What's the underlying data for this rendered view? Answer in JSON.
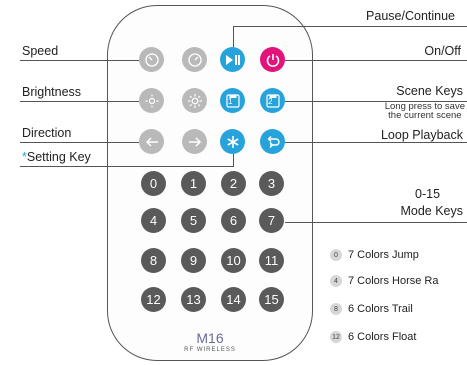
{
  "labels": {
    "pause": "Pause/Continue",
    "speed": "Speed",
    "onoff": "On/Off",
    "brightness": "Brightness",
    "scene_title": "Scene Keys",
    "scene_note1": "Long press to save",
    "scene_note2": "the current scene",
    "direction": "Direction",
    "loop": "Loop Playback",
    "setting": "Setting Key",
    "setting_mark": "*",
    "mode_range": "0-15",
    "mode_title": "Mode Keys"
  },
  "buttons": {
    "scene1": "1",
    "scene2": "2",
    "numbers": [
      "0",
      "1",
      "2",
      "3",
      "4",
      "5",
      "6",
      "7",
      "8",
      "9",
      "10",
      "11",
      "12",
      "13",
      "14",
      "15"
    ]
  },
  "brand": {
    "model": "M16",
    "sub": "RF WIRELESS"
  },
  "modes": [
    {
      "key": "0",
      "text": "7 Colors Jump"
    },
    {
      "key": "4",
      "text": "7 Colors Horse Ra"
    },
    {
      "key": "8",
      "text": "6 Colors Trail"
    },
    {
      "key": "12",
      "text": "6 Colors Float"
    }
  ],
  "colors": {
    "blue": "#27a3dc",
    "pink": "#e0147b",
    "grey": "#b9b9b9",
    "number": "#5a5a5a"
  },
  "icons": [
    "speed-down-icon",
    "speed-up-icon",
    "play-pause-icon",
    "power-icon",
    "brightness-down-icon",
    "brightness-up-icon",
    "save-scene-1-icon",
    "save-scene-2-icon",
    "arrow-left-icon",
    "arrow-right-icon",
    "setting-asterisk-icon",
    "loop-icon"
  ]
}
